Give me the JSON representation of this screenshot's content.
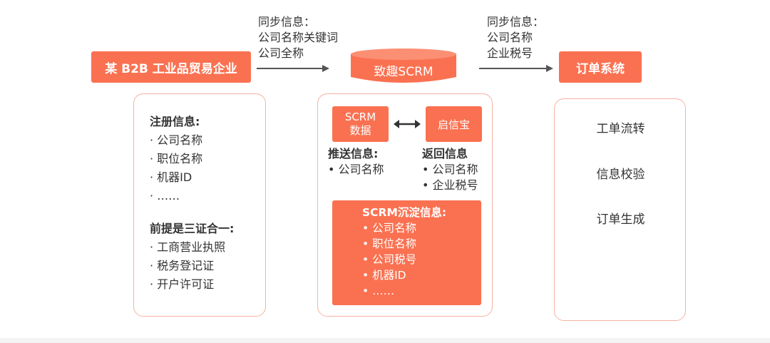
{
  "colors": {
    "accent": "#fa7151",
    "panel_border": "#f6b2a2",
    "text": "#333333"
  },
  "enterprise_box": "某 B2B 工业品贸易企业",
  "arrow1_text": [
    "同步信息：",
    "公司名称关键词",
    "公司全称"
  ],
  "center_title": "致趣SCRM",
  "arrow2_text": [
    "同步信息：",
    "公司名称",
    "企业税号"
  ],
  "order_system": "订单系统",
  "left_panel": {
    "reg_title": "注册信息:",
    "reg_items": [
      "· 公司名称",
      "· 职位名称",
      "· 机器ID",
      "· ……"
    ],
    "pre_title": "前提是三证合一:",
    "pre_items": [
      "· 工商营业执照",
      "· 税务登记证",
      "· 开户许可证"
    ]
  },
  "middle_panel": {
    "scrm_data": [
      "SCRM",
      "数据"
    ],
    "qixinbao": "启信宝",
    "push_title": "推送信息:",
    "push_items": [
      "• 公司名称"
    ],
    "return_title": "返回信息",
    "return_items": [
      "• 公司名称",
      "• 企业税号"
    ],
    "sediment_title": "SCRM沉淀信息:",
    "sediment_items": [
      "• 公司名称",
      "• 职位名称",
      "• 公司税号",
      "• 机器ID",
      "• ……"
    ]
  },
  "right_panel": {
    "items": [
      "工单流转",
      "信息校验",
      "订单生成"
    ]
  }
}
